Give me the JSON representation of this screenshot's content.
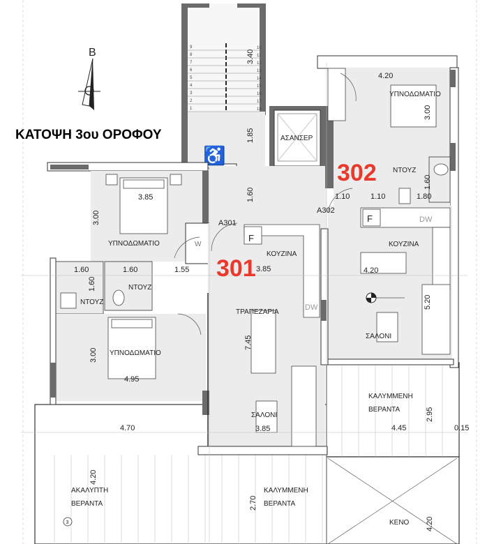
{
  "title": "ΚΑΤΟΨΗ 3ου ΟΡΟΦΟΥ",
  "north_label": "B",
  "core": {
    "stair_dim": "3.40",
    "landing_dim": "1.85",
    "corridor_dim": "1.60",
    "elevator_label": "ΑΣΑΝΣΕΡ",
    "stair_steps": [
      "1",
      "2",
      "3",
      "4",
      "5",
      "6",
      "7",
      "8",
      "9",
      "10",
      "11",
      "12",
      "13",
      "14",
      "15",
      "16",
      "17",
      "18"
    ]
  },
  "unit_301": {
    "number": "301",
    "entrance": "A301",
    "bedroom1": {
      "label": "ΥΠΝΟΔΩΜΑΤΙΟ",
      "width": "3.85",
      "depth": "3.00"
    },
    "wardrobe": "W",
    "fridge": "F",
    "kitchen": "ΚΟΥΖΙΝΑ",
    "kitchen_dim": "3.85",
    "dishwasher": "DW",
    "bath1": {
      "label": "ΝΤΟΥΖ",
      "width": "1.60",
      "depth": "1.60"
    },
    "bath2": {
      "label": "ΝΤΟΥΖ",
      "width": "1.60"
    },
    "hall_dim": "1.55",
    "dining": "ΤΡΑΠΕΖΑΡΙΑ",
    "dining_dim": "7.45",
    "bedroom2": {
      "label": "ΥΠΝΟΔΩΜΑΤΙΟ",
      "width": "4.95",
      "depth": "3.00"
    },
    "living": {
      "label": "ΣΑΛΟΝΙ",
      "width": "3.85"
    },
    "open_veranda": {
      "line1": "ΑΚΑΛΥΠΤΗ",
      "line2": "ΒΕΡΑΝΤΑ",
      "width": "4.70",
      "depth": "4.20"
    },
    "covered_veranda": {
      "line1": "ΚΑΛΥΜΜΕΝΗ",
      "line2": "ΒΕΡΑΝΤΑ",
      "depth": "2.70"
    },
    "grid_marker": "3"
  },
  "unit_302": {
    "number": "302",
    "entrance": "A302",
    "bedroom": {
      "label": "ΥΠΝΟΔΩΜΑΤΙΟ",
      "width": "4.20",
      "depth": "3.00"
    },
    "bath": {
      "label": "ΝΤΟΥΖ",
      "depth": "1.60"
    },
    "dims_row": [
      "1.10",
      "1.10",
      "1.80"
    ],
    "fridge": "F",
    "dishwasher": "DW",
    "kitchen": "ΚΟΥΖΙΝΑ",
    "kitchen_dim": "4.20",
    "living": {
      "label": "ΣΑΛΟΝΙ",
      "depth": "5.20"
    },
    "covered_veranda": {
      "line1": "ΚΑΛΥΜΜΕΝΗ",
      "line2": "ΒΕΡΑΝΤΑ",
      "width": "4.45",
      "depth": "2.95",
      "wall": "0.15"
    },
    "void": {
      "label": "ΚΕΝΟ",
      "depth": "4.20"
    }
  }
}
